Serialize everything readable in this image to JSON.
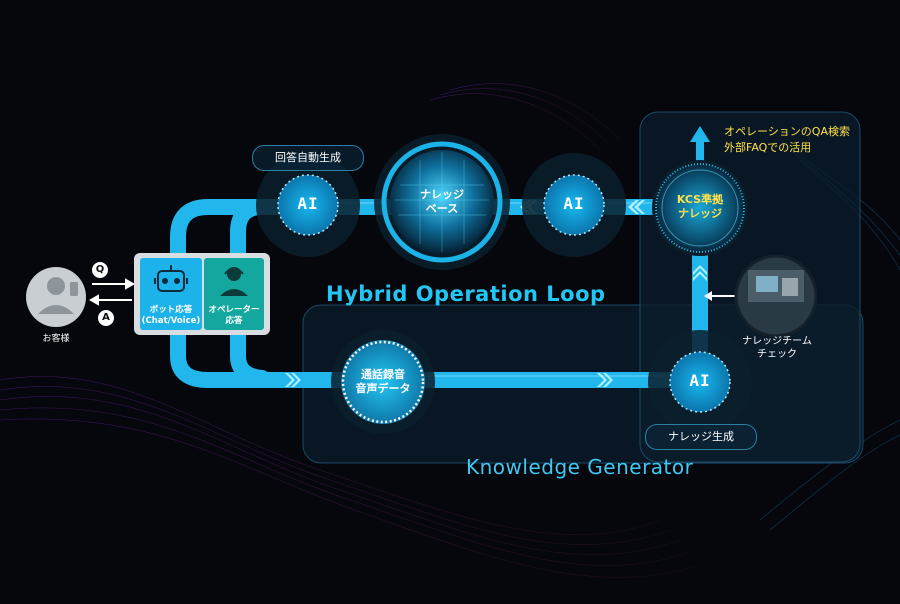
{
  "colors": {
    "background": "#05070c",
    "flow": "#21b6ec",
    "flow_light": "#66d6ff",
    "panel": "#0b1e2c",
    "accent_teal": "#14a79f"
  },
  "customer": {
    "label": "お客様",
    "q_badge": "Q",
    "a_badge": "A",
    "icon": "person-icon"
  },
  "response_panel": {
    "bot": {
      "label": "ボット応答\n(Chat/Voice)",
      "icon": "robot-icon"
    },
    "operator": {
      "label": "オペレーター\n応答",
      "icon": "operator-icon"
    }
  },
  "nodes": {
    "ai_answer": {
      "text": "AI",
      "tag": "回答自動生成"
    },
    "knowledge_base": {
      "label": "ナレッジ\nベース"
    },
    "ai_middle": {
      "text": "AI"
    },
    "kcs": {
      "label": "KCS準拠\nナレッジ"
    },
    "call_record": {
      "label": "通話録音\n音声データ"
    },
    "ai_generate": {
      "text": "AI",
      "tag": "ナレッジ生成"
    }
  },
  "kcs_output": "オペレーションのQA検索\n外部FAQでの活用",
  "knowledge_team": {
    "label": "ナレッジチーム\nチェック"
  },
  "titles": {
    "loop_prefix": "H",
    "loop_rest": "ybrid Operation Loop",
    "generator": "Knowledge Generator"
  }
}
